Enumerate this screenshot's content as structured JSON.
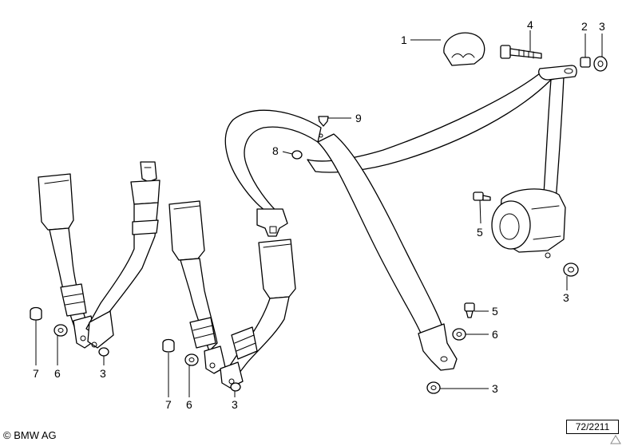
{
  "labels": {
    "cover": "1",
    "nut": "2",
    "washer_top": "3",
    "bolt_top": "4",
    "bolt_retractor": "5",
    "washer_retractor": "3",
    "bolt_buckle_right": "5",
    "washer_buckle_right_top": "6",
    "washer_buckle_right_bottom": "3",
    "cap_small": "8",
    "cap_top": "9",
    "bolt_left_1": "7",
    "washer_left_1": "6",
    "washer_left_1_bottom": "3",
    "bolt_left_2": "7",
    "washer_left_2": "6",
    "washer_left_2_bottom": "3"
  },
  "footer": {
    "copyright": "© BMW AG",
    "drawing_number": "72/2211"
  }
}
